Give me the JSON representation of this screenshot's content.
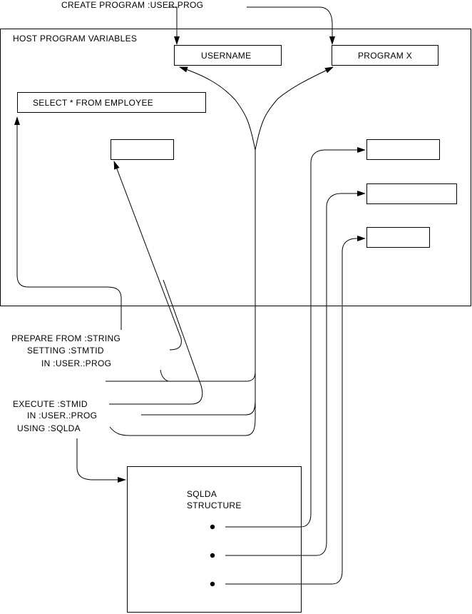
{
  "header": {
    "create_label": "CREATE PROGRAM :USER.PROG"
  },
  "host_area": {
    "title": "HOST PROGRAM VARIABLES",
    "username_box": "USERNAME",
    "program_box": "PROGRAM X",
    "string_box": "SELECT * FROM EMPLOYEE",
    "stmtid_box": "",
    "value_boxes": [
      "",
      "",
      ""
    ]
  },
  "statements": {
    "prepare": [
      "PREPARE FROM :STRING",
      "SETTING :STMTID",
      "IN :USER.:PROG"
    ],
    "execute": [
      "EXECUTE :STMID",
      "IN :USER.:PROG",
      "USING :SQLDA"
    ]
  },
  "sqlda": {
    "title_line1": "SQLDA",
    "title_line2": "STRUCTURE",
    "pointer_count": 3
  },
  "colors": {
    "stroke": "#000000",
    "background": "#ffffff"
  }
}
